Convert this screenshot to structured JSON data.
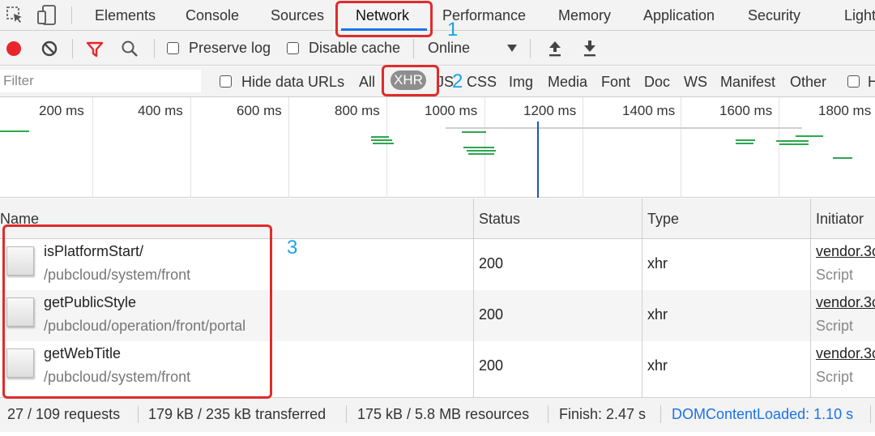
{
  "tabs": {
    "items": [
      "Elements",
      "Console",
      "Sources",
      "Network",
      "Performance",
      "Memory",
      "Application",
      "Security",
      "Light"
    ],
    "active": "Network"
  },
  "toolbar": {
    "preserve_log": "Preserve log",
    "disable_cache": "Disable cache",
    "throttle": "Online"
  },
  "filter": {
    "placeholder": "Filter",
    "hide_data_urls": "Hide data URLs",
    "types": [
      "All",
      "XHR",
      "JS",
      "CSS",
      "Img",
      "Media",
      "Font",
      "Doc",
      "WS",
      "Manifest",
      "Other"
    ],
    "selected_type": "XHR",
    "overflow_label": "H"
  },
  "timeline": {
    "ticks": [
      "200 ms",
      "400 ms",
      "600 ms",
      "800 ms",
      "1000 ms",
      "1200 ms",
      "1400 ms",
      "1600 ms",
      "1800 ms"
    ]
  },
  "table": {
    "headers": {
      "name": "Name",
      "status": "Status",
      "type": "Type",
      "initiator": "Initiator"
    },
    "rows": [
      {
        "name": "isPlatformStart/",
        "path": "/pubcloud/system/front",
        "status": "200",
        "type": "xhr",
        "initiator": "vendor.3c",
        "initiator_type": "Script"
      },
      {
        "name": "getPublicStyle",
        "path": "/pubcloud/operation/front/portal",
        "status": "200",
        "type": "xhr",
        "initiator": "vendor.3c",
        "initiator_type": "Script"
      },
      {
        "name": "getWebTitle",
        "path": "/pubcloud/system/front",
        "status": "200",
        "type": "xhr",
        "initiator": "vendor.3c",
        "initiator_type": "Script"
      }
    ]
  },
  "status_bar": {
    "requests": "27 / 109 requests",
    "transferred": "179 kB / 235 kB transferred",
    "resources": "175 kB / 5.8 MB resources",
    "finish": "Finish: 2.47 s",
    "dom_content_loaded": "DOMContentLoaded: 1.10 s"
  },
  "annotations": [
    "1",
    "2",
    "3"
  ],
  "colors": {
    "accent": "#1a73e8",
    "record": "#e8262b",
    "annotation_box": "#e02b2b",
    "annotation_number": "#1aa3e8",
    "timeline_bar": "#2ea64f"
  }
}
